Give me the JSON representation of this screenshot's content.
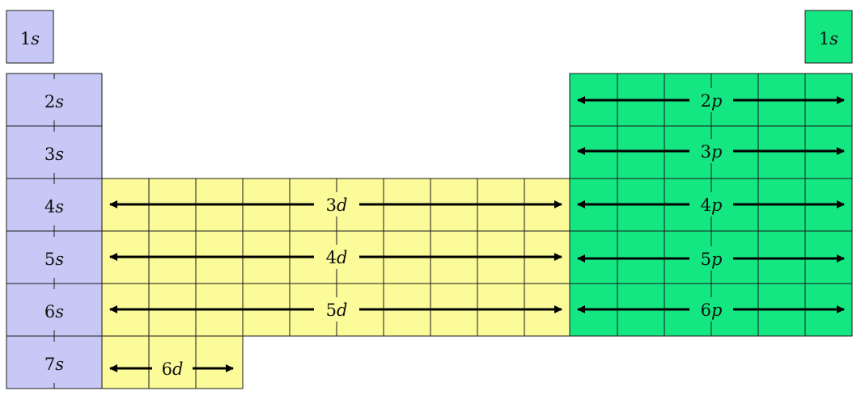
{
  "colors": {
    "s_block": "#c8c8f6",
    "p_block": "#14e682",
    "d_block": "#fbfb9a",
    "stroke": "#1a1a1a",
    "arrow": "#000000",
    "background": "#ffffff"
  },
  "s_block": {
    "isolated": {
      "n": "1",
      "l": "s"
    },
    "cells": [
      {
        "n": "2",
        "l": "s"
      },
      {
        "n": "3",
        "l": "s"
      },
      {
        "n": "4",
        "l": "s"
      },
      {
        "n": "5",
        "l": "s"
      },
      {
        "n": "6",
        "l": "s"
      },
      {
        "n": "7",
        "l": "s"
      }
    ]
  },
  "p_block": {
    "isolated": {
      "n": "1",
      "l": "s"
    },
    "rows": [
      {
        "n": "2",
        "l": "p"
      },
      {
        "n": "3",
        "l": "p"
      },
      {
        "n": "4",
        "l": "p"
      },
      {
        "n": "5",
        "l": "p"
      },
      {
        "n": "6",
        "l": "p"
      }
    ]
  },
  "d_block": {
    "rows": [
      {
        "n": "3",
        "l": "d"
      },
      {
        "n": "4",
        "l": "d"
      },
      {
        "n": "5",
        "l": "d"
      },
      {
        "n": "6",
        "l": "d"
      }
    ]
  }
}
